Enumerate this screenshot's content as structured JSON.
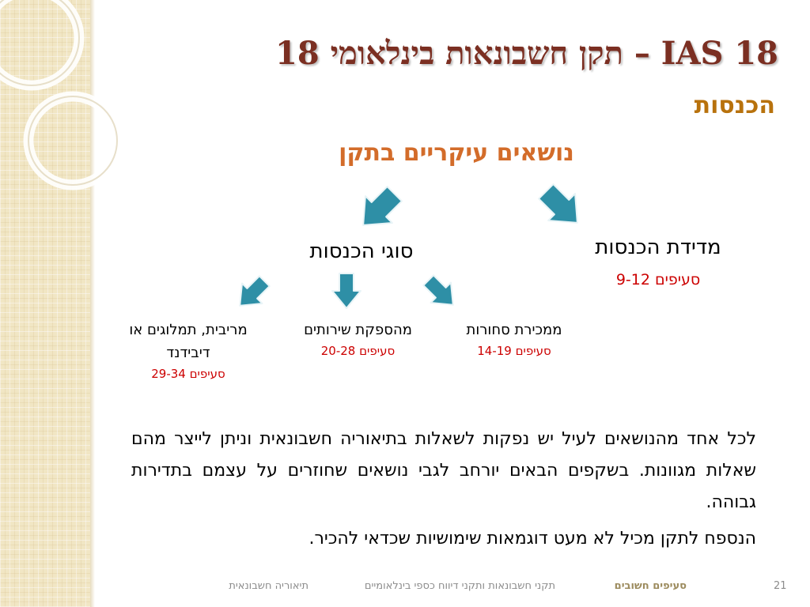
{
  "slide": {
    "title": "IAS 18 – תקן חשבונאות בינלאומי 18",
    "subtitle": "הכנסות",
    "heading": "נושאים עיקריים בתקן"
  },
  "diagram": {
    "types": {
      "label": "סוגי הכנסות"
    },
    "measurement": {
      "label": "מדידת הכנסות",
      "sections": "סעיפים 9-12"
    },
    "goods": {
      "label": "ממכירת סחורות",
      "sections": "סעיפים  14-19"
    },
    "services": {
      "label": "מהספקת שירותים",
      "sections": "סעיפים  20-28"
    },
    "interest": {
      "label_line1": "מריבית, תמלוגים או",
      "label_line2": "דיבידנד",
      "sections": "סעיפים  29-34"
    }
  },
  "body": {
    "paragraph1": "לכל אחד מהנושאים לעיל יש נפקות לשאלות בתיאוריה חשבונאית וניתן לייצר מהם שאלות מגוונות. בשקפים הבאים יורחב לגבי נושאים שחוזרים על עצמם בתדירות גבוהה.",
    "paragraph2": "הנספח לתקן מכיל לא מעט דוגמאות שימושיות שכדאי להכיר."
  },
  "footer": {
    "page_number": "21",
    "section": "סעיפים חשובים",
    "course": "תקני חשבונאות ותקני דיווח כספי בינלאומיים",
    "topic": "תיאוריה חשבונאית"
  },
  "colors": {
    "arrow": "#2e8fa6",
    "title": "#7b2f22",
    "subtitle": "#b8720d",
    "heading": "#d36c2a",
    "reference": "#cc0000"
  }
}
